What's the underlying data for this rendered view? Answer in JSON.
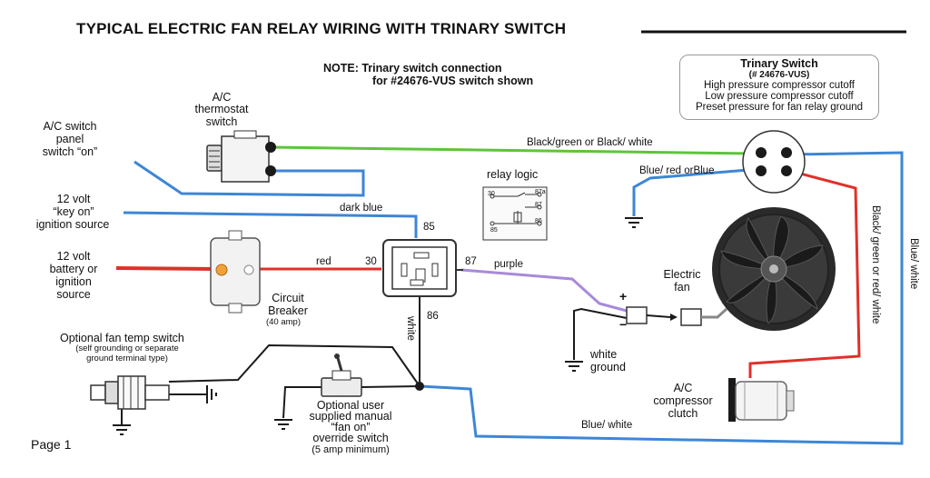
{
  "title": "TYPICAL ELECTRIC FAN RELAY WIRING WITH TRINARY SWITCH",
  "note": {
    "line1": "NOTE:  Trinary switch connection",
    "line2": "for #24676-VUS switch shown"
  },
  "trinary_switch": {
    "title": "Trinary Switch",
    "part": "(# 24676-VUS)",
    "lines": [
      "High pressure compressor cutoff",
      "Low pressure compressor cutoff",
      "Preset pressure for fan relay ground"
    ]
  },
  "labels": {
    "ac_thermostat": [
      "A/C",
      "thermostat",
      "switch"
    ],
    "ac_panel": [
      "A/C switch",
      "panel",
      "switch “on”"
    ],
    "key_on": [
      "12 volt",
      "“key on”",
      "ignition source"
    ],
    "battery": [
      "12 volt",
      "battery or",
      "ignition",
      "source"
    ],
    "circuit_breaker": [
      "Circuit",
      "Breaker"
    ],
    "breaker_rating": "(40 amp)",
    "relay_logic": "relay logic",
    "electric_fan": [
      "Electric",
      "fan"
    ],
    "white_ground": [
      "white",
      "ground"
    ],
    "compressor": [
      "A/C",
      "compressor",
      "clutch"
    ],
    "fan_temp": "Optional fan temp switch",
    "fan_temp_sub": [
      "(self grounding or separate",
      "ground terminal type)"
    ],
    "override": [
      "Optional user",
      "supplied manual",
      "“fan on”",
      "override switch"
    ],
    "override_sub": "(5 amp minimum)",
    "page": "Page 1"
  },
  "terminals": {
    "t85": "85",
    "t86": "86",
    "t87": "87",
    "t30": "30",
    "plus": "+",
    "minus": "−",
    "logic_87a": "87a",
    "logic_87": "87",
    "logic_86": "86",
    "logic_30": "30",
    "logic_85": "85"
  },
  "wires": {
    "black_green": "Black/green or Black/ white",
    "blue_red": "Blue/ red orBlue",
    "dark_blue": "dark blue",
    "red": "red",
    "purple": "purple",
    "white": "white",
    "blue_white_bottom": "Blue/ white",
    "black_green_red_white": "Black/ green or red/ white",
    "blue_white_right": "Blue/ white"
  },
  "colors": {
    "green_wire": "#5ec43c",
    "blue_wire": "#3d86d6",
    "red_wire": "#e0302a",
    "purple_wire": "#a98ad9",
    "black_wire": "#1a1a1a"
  }
}
